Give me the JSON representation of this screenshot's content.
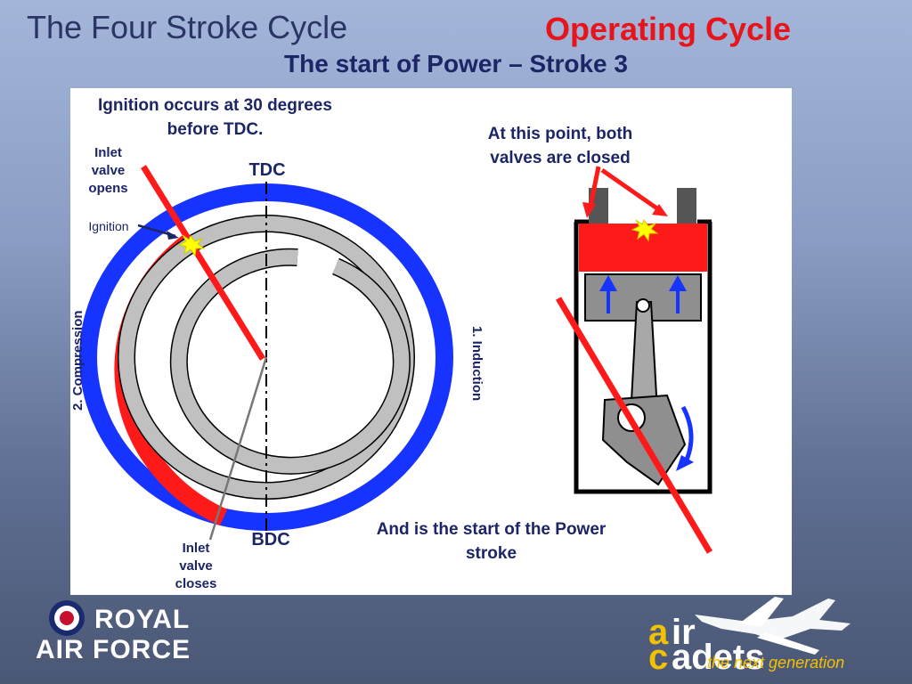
{
  "header": {
    "title": "The Four Stroke Cycle",
    "section": "Operating Cycle",
    "subtitle": "The start of Power – Stroke 3"
  },
  "diagram": {
    "ignition_note": "Ignition occurs at 30 degrees before TDC.",
    "tdc": "TDC",
    "bdc": "BDC",
    "inlet_opens": "Inlet valve opens",
    "ignition": "Ignition",
    "compression": "2. Compression",
    "induction": "1. Induction",
    "inlet_closes": "Inlet valve closes",
    "valves_closed_note": "At this point, both valves are closed",
    "power_note": "And is the start of the Power stroke"
  },
  "logos": {
    "raf_line1": "ROYAL",
    "raf_line2": "AIR FORCE",
    "cadets_a": "a",
    "cadets_ir": "ir",
    "cadets_c": "c",
    "cadets_adets": "adets",
    "tagline": "the next generation"
  },
  "colors": {
    "induction_arc": "#1733ff",
    "compression_arc": "#ff1a1a",
    "spiral": "#c0c0c0",
    "chamber": "#ff1a1a",
    "piston": "#8f8f8f",
    "title": "#2a3566",
    "accent": "#e8141c"
  }
}
